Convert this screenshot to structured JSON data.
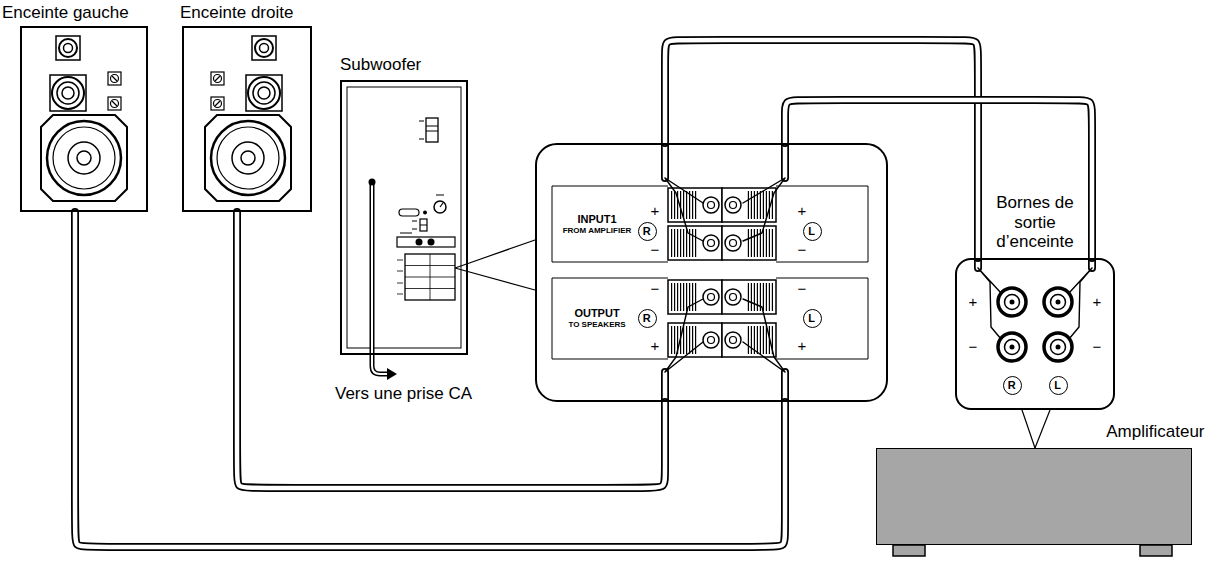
{
  "diagram": {
    "nodes": [
      {
        "text": [
          "Enceinte gauche"
        ]
      },
      {
        "text": [
          "Enceinte droite"
        ]
      },
      {
        "text": [
          "Subwoofer"
        ]
      },
      {
        "text": [
          "INPUT1 FROM AMPLIFIER",
          "OUTPUT TO SPEAKERS"
        ]
      },
      {
        "text": [
          "R"
        ],
        "in": 3
      },
      {
        "text": [
          "L"
        ],
        "in": 3
      },
      {
        "text": [
          "R"
        ],
        "in": 3
      },
      {
        "text": [
          "L"
        ],
        "in": 3
      },
      {
        "text": [
          "Bornes de sortie d’enceinte"
        ]
      },
      {
        "text": [
          "R"
        ],
        "in": 8
      },
      {
        "text": [
          "L"
        ],
        "in": 8
      },
      {
        "text": [
          "Amplificateur"
        ]
      }
    ],
    "edges": [
      {
        "from": 2,
        "to": 3,
        "arrow": "none"
      },
      {
        "from": 8,
        "to": 3,
        "arrow": "none"
      },
      {
        "from": 8,
        "to": 3,
        "arrow": "none"
      },
      {
        "from": 3,
        "to": 1,
        "arrow": "none"
      },
      {
        "from": 3,
        "to": 0,
        "arrow": "none"
      },
      {
        "from": 8,
        "to": 11,
        "arrow": "none"
      }
    ],
    "labels": [
      "+",
      "−",
      "−",
      "+",
      "+",
      "−",
      "−",
      "+",
      "Vers une prise CA",
      "+",
      "+",
      "−",
      "−"
    ]
  }
}
